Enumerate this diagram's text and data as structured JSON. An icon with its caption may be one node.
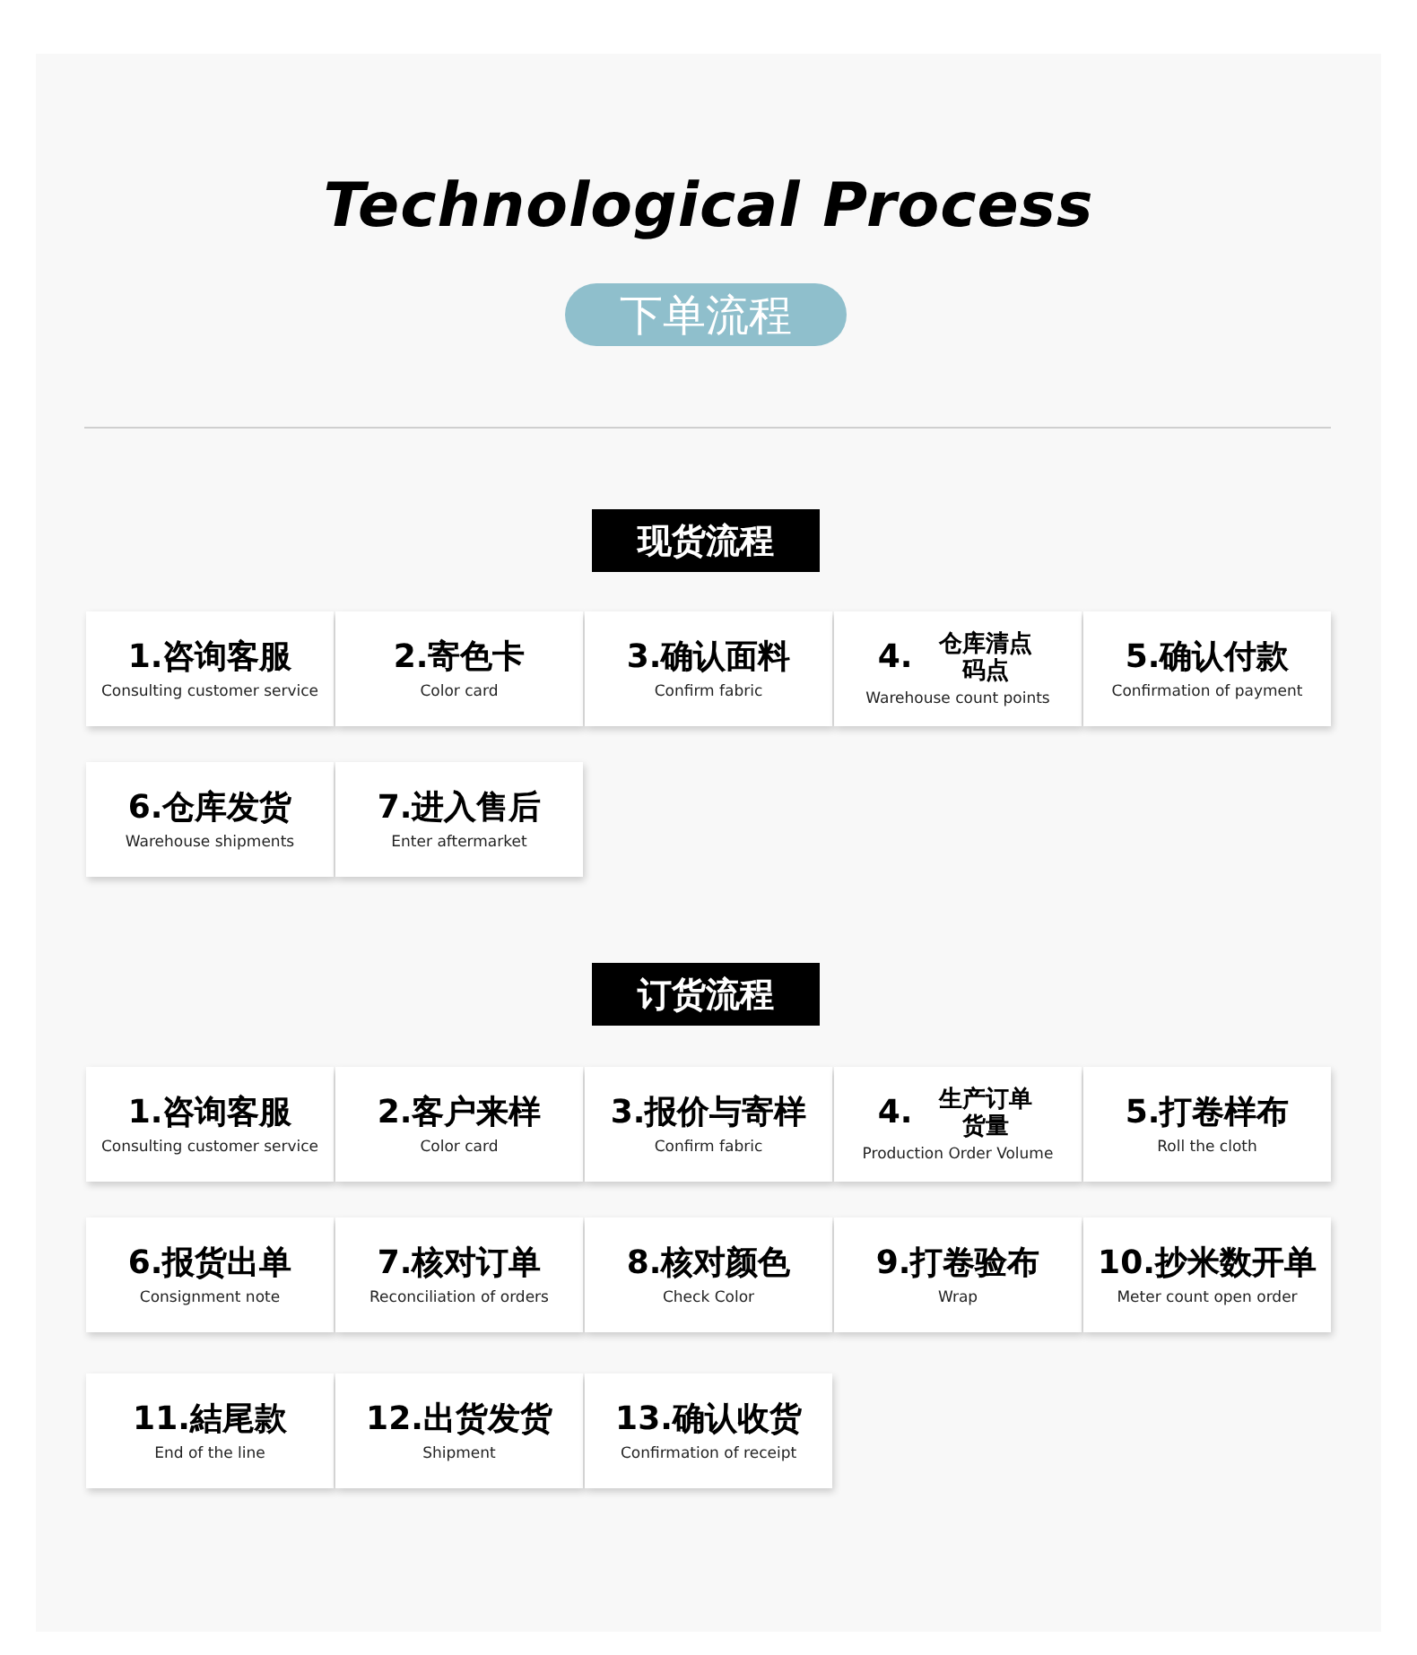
{
  "diagram": {
    "title": "Technological Process",
    "nodes": [
      {
        "text": [
          "下单流程"
        ]
      },
      {
        "text": [
          "现货流程"
        ]
      },
      {
        "text": [
          "1.咨询客服",
          "Consulting customer service"
        ]
      },
      {
        "text": [
          "2.寄色卡",
          "Color card"
        ]
      },
      {
        "text": [
          "3.确认面料",
          "Confirm fabric"
        ]
      },
      {
        "text": [
          "4.",
          "仓库清点码点",
          "Warehouse count points"
        ]
      },
      {
        "text": [
          "5.确认付款",
          "Confirmation of payment"
        ]
      },
      {
        "text": [
          "6.仓库发货",
          "Warehouse shipments"
        ]
      },
      {
        "text": [
          "7.进入售后",
          "Enter aftermarket"
        ]
      },
      {
        "text": [
          "订货流程"
        ]
      },
      {
        "text": [
          "1.咨询客服",
          "Consulting customer service"
        ]
      },
      {
        "text": [
          "2.客户来样",
          "Color card"
        ]
      },
      {
        "text": [
          "3.报价与寄样",
          "Confirm fabric"
        ]
      },
      {
        "text": [
          "4.",
          "生产订单货量",
          "Production Order Volume"
        ]
      },
      {
        "text": [
          "5.打卷样布",
          "Roll the cloth"
        ]
      },
      {
        "text": [
          "6.报货出单",
          "Consignment note"
        ]
      },
      {
        "text": [
          "7.核对订单",
          "Reconciliation of orders"
        ]
      },
      {
        "text": [
          "8.核对颜色",
          "Check Color"
        ]
      },
      {
        "text": [
          "9.打卷验布",
          "Wrap"
        ]
      },
      {
        "text": [
          "10.抄米数开单",
          "Meter count open order"
        ]
      },
      {
        "text": [
          "11.結尾款",
          "End of the line"
        ]
      },
      {
        "text": [
          "12.出货发货",
          "Shipment"
        ]
      },
      {
        "text": [
          "13.确认收货",
          "Confirmation of receipt"
        ]
      }
    ]
  }
}
